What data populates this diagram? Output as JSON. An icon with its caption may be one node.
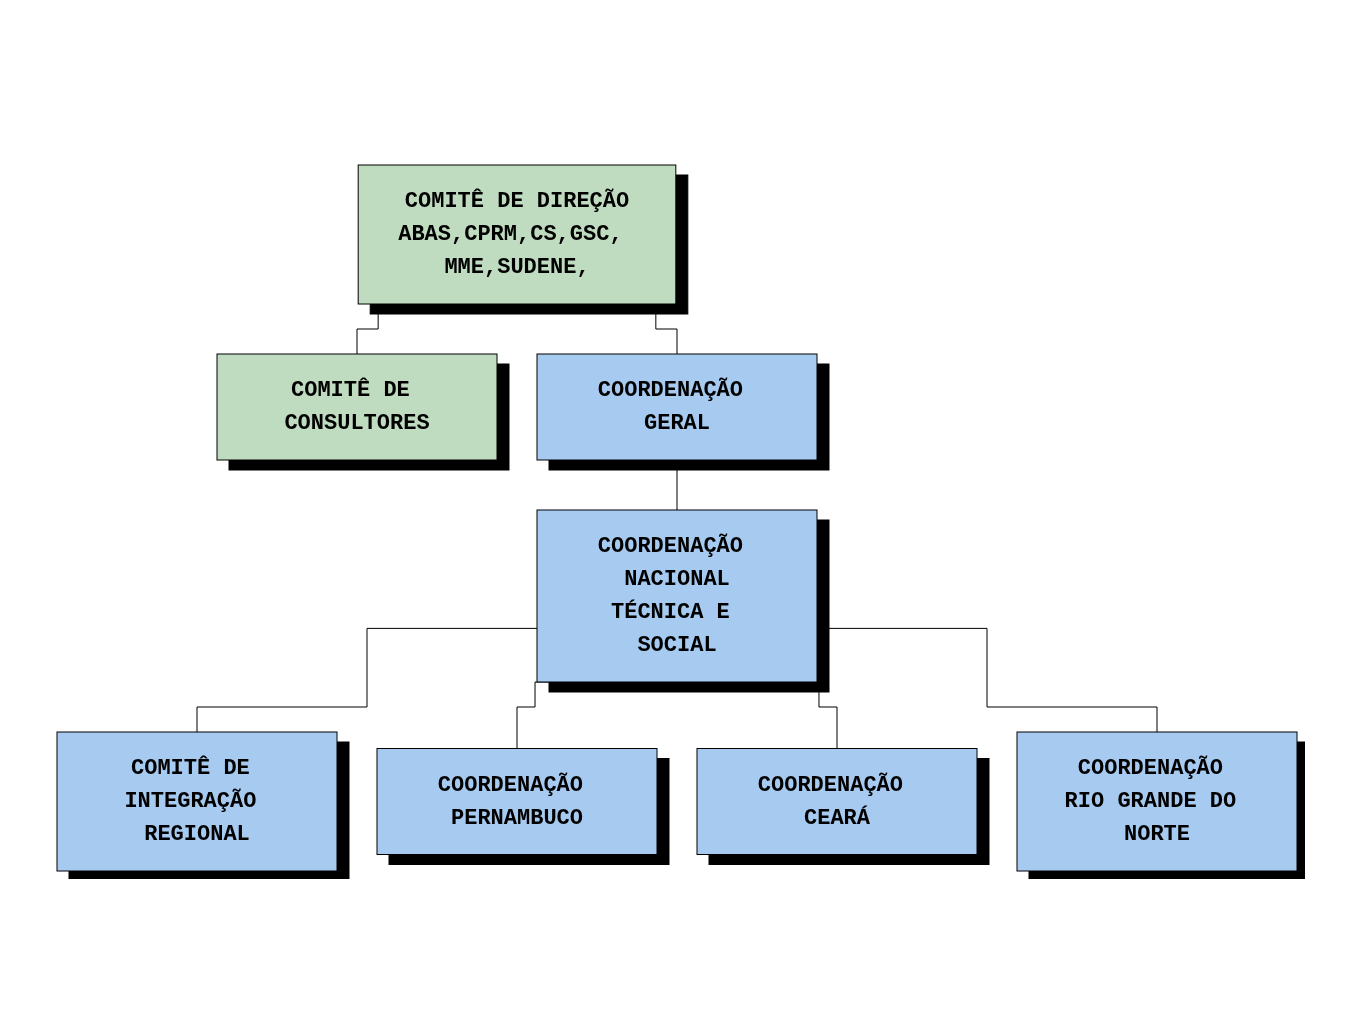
{
  "diagram": {
    "nodes": [
      {
        "text": [
          "COMITÊ DE DIREÇÃO",
          "ABAS,CPRM,CS,GSC, MME,SUDENE,"
        ]
      },
      {
        "text": [
          "COMITÊ DE CONSULTORES"
        ]
      },
      {
        "text": [
          "COORDENAÇÃO GERAL"
        ]
      },
      {
        "text": [
          "COORDENAÇÃO NACIONAL",
          "TÉCNICA E SOCIAL"
        ]
      },
      {
        "text": [
          "COMITÊ DE INTEGRAÇÃO REGIONAL"
        ]
      },
      {
        "text": [
          "COORDENAÇÃO PERNAMBUCO"
        ]
      },
      {
        "text": [
          "COORDENAÇÃO CEARÁ"
        ]
      },
      {
        "text": [
          "COORDENAÇÃO RIO GRANDE DO NORTE"
        ]
      }
    ],
    "edges": [
      {
        "from": 0,
        "to": 1,
        "arrow": "none"
      },
      {
        "from": 0,
        "to": 2,
        "arrow": "none"
      },
      {
        "from": 2,
        "to": 3,
        "arrow": "none"
      },
      {
        "from": 3,
        "to": 4,
        "arrow": "none"
      },
      {
        "from": 3,
        "to": 5,
        "arrow": "none"
      },
      {
        "from": 3,
        "to": 6,
        "arrow": "none"
      },
      {
        "from": 3,
        "to": 7,
        "arrow": "none"
      }
    ]
  }
}
